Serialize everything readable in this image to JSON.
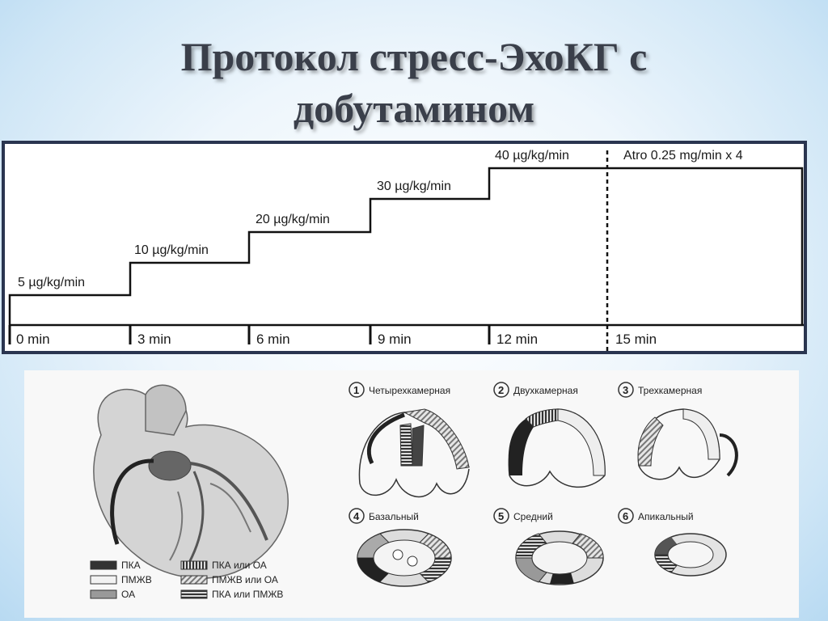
{
  "title": {
    "line1": "Протокол стресс-ЭхоКГ с",
    "line2": "добутамином"
  },
  "protocol": {
    "steps": [
      {
        "dose": "5 µg/kg/min",
        "time": "0 min",
        "level": 1
      },
      {
        "dose": "10 µg/kg/min",
        "time": "3 min",
        "level": 2
      },
      {
        "dose": "20 µg/kg/min",
        "time": "6 min",
        "level": 3
      },
      {
        "dose": "30 µg/kg/min",
        "time": "9 min",
        "level": 4
      },
      {
        "dose": "40 µg/kg/min",
        "time": "12 min",
        "level": 5
      },
      {
        "dose": "Atro 0.25 mg/min x 4",
        "time": "15 min",
        "level": 5
      }
    ]
  },
  "views": [
    {
      "num": "1",
      "label": "Четырехкамерная"
    },
    {
      "num": "2",
      "label": "Двухкамерная"
    },
    {
      "num": "3",
      "label": "Трехкамерная"
    },
    {
      "num": "4",
      "label": "Базальный"
    },
    {
      "num": "5",
      "label": "Средний"
    },
    {
      "num": "6",
      "label": "Апикальный"
    }
  ],
  "legend": [
    {
      "label": "ПКА",
      "fill": "dark"
    },
    {
      "label": "ПМЖВ",
      "fill": "white"
    },
    {
      "label": "ОА",
      "fill": "gray"
    },
    {
      "label": "ПКА или ОА",
      "fill": "vstripe"
    },
    {
      "label": "ПМЖВ или ОА",
      "fill": "dstripe"
    },
    {
      "label": "ПКА или ПМЖВ",
      "fill": "hstripe"
    }
  ]
}
